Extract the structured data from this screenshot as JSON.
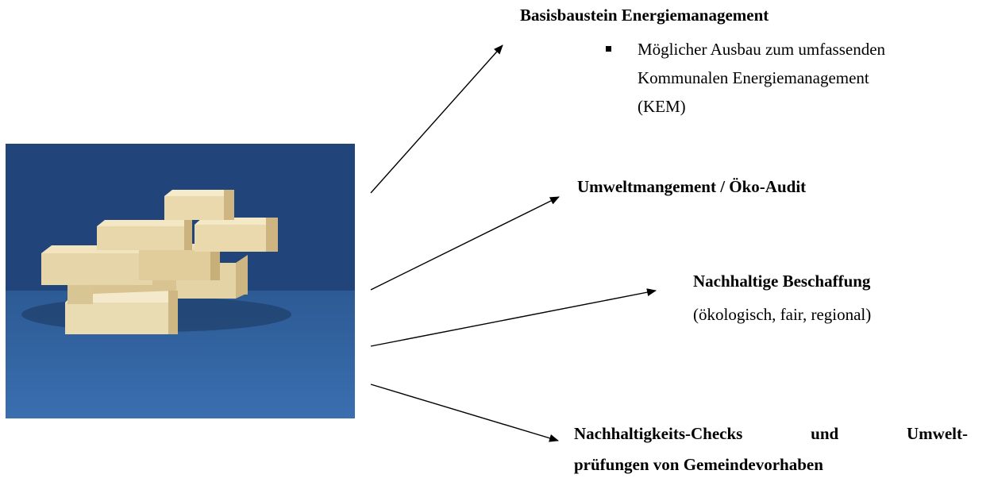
{
  "image": {
    "description_icon": "wooden-blocks-photo",
    "colors": {
      "background": "#ffffff",
      "photo_backdrop": "#23497c",
      "block_wood": "#e8d6a8",
      "arrow": "#000000"
    }
  },
  "items": {
    "energie": {
      "title": "Basisbaustein Energiemanagement",
      "bullet_lines": [
        "Möglicher Ausbau zum umfassenden",
        "Kommunalen Energiemanagement",
        "(KEM)"
      ]
    },
    "umwelt": {
      "title": "Umweltmangement / Öko-Audit"
    },
    "beschaffung": {
      "title": "Nachhaltige Beschaffung",
      "subtitle": "(ökologisch, fair, regional)"
    },
    "checks": {
      "line1_words": [
        "Nachhaltigkeits-Checks",
        "und",
        "Umwelt-"
      ],
      "line2": "prüfungen von Gemeindevorhaben"
    }
  }
}
